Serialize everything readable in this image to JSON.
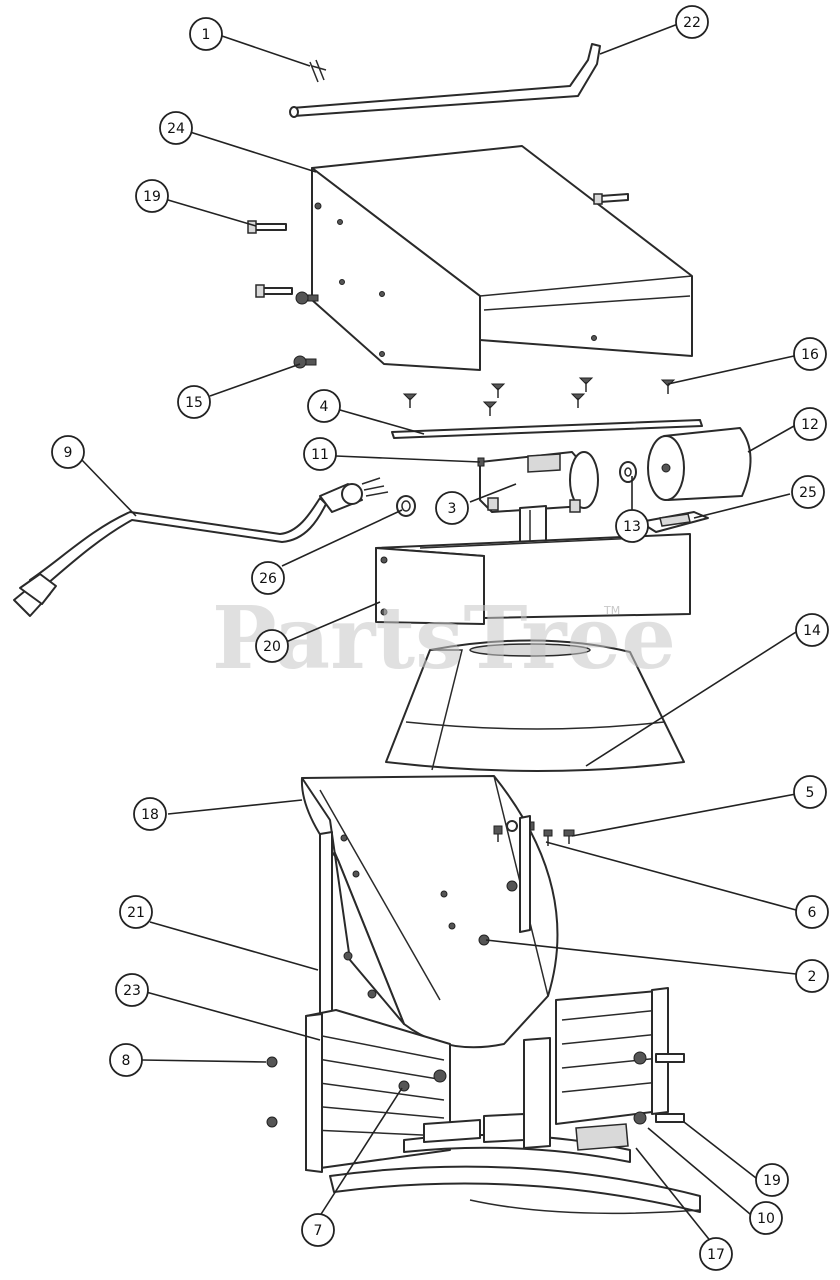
{
  "watermark": {
    "brand": "PartsTree",
    "trademark": "TM"
  },
  "callouts": [
    {
      "label": "1"
    },
    {
      "label": "22"
    },
    {
      "label": "24"
    },
    {
      "label": "19"
    },
    {
      "label": "15"
    },
    {
      "label": "16"
    },
    {
      "label": "4"
    },
    {
      "label": "12"
    },
    {
      "label": "9"
    },
    {
      "label": "11"
    },
    {
      "label": "3"
    },
    {
      "label": "13"
    },
    {
      "label": "25"
    },
    {
      "label": "26"
    },
    {
      "label": "20"
    },
    {
      "label": "14"
    },
    {
      "label": "18"
    },
    {
      "label": "5"
    },
    {
      "label": "6"
    },
    {
      "label": "21"
    },
    {
      "label": "2"
    },
    {
      "label": "23"
    },
    {
      "label": "8"
    },
    {
      "label": "19"
    },
    {
      "label": "10"
    },
    {
      "label": "7"
    },
    {
      "label": "17"
    }
  ]
}
